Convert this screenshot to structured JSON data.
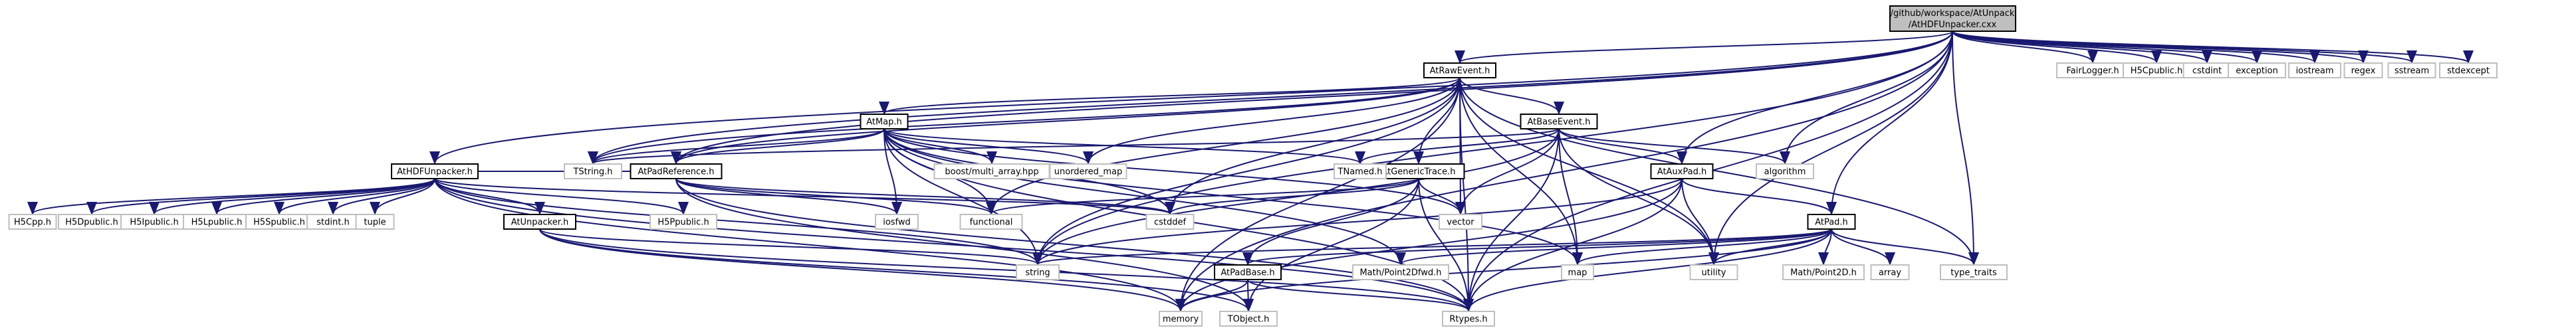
{
  "diagram": {
    "root_lines": [
      "/github/workspace/AtUnpack",
      "/AtHDFUnpacker.cxx"
    ],
    "nodes": [
      {
        "id": "AtRawEvent",
        "label": "AtRawEvent.h",
        "internal": true
      },
      {
        "id": "AtHDFUnpacker",
        "label": "AtHDFUnpacker.h",
        "internal": true
      },
      {
        "id": "AtMap",
        "label": "AtMap.h",
        "internal": true
      },
      {
        "id": "AtBaseEvent",
        "label": "AtBaseEvent.h",
        "internal": true
      },
      {
        "id": "AtPadReference",
        "label": "AtPadReference.h",
        "internal": true
      },
      {
        "id": "AtGenericTrace",
        "label": "AtGenericTrace.h",
        "internal": true
      },
      {
        "id": "AtAuxPad",
        "label": "AtAuxPad.h",
        "internal": true
      },
      {
        "id": "AtPad",
        "label": "AtPad.h",
        "internal": true
      },
      {
        "id": "AtUnpacker",
        "label": "AtUnpacker.h",
        "internal": true
      },
      {
        "id": "AtPadBase",
        "label": "AtPadBase.h",
        "internal": true
      },
      {
        "id": "FairLogger",
        "label": "FairLogger.h"
      },
      {
        "id": "H5Cpublic",
        "label": "H5Cpublic.h"
      },
      {
        "id": "cstdint",
        "label": "cstdint"
      },
      {
        "id": "exception",
        "label": "exception"
      },
      {
        "id": "iostream",
        "label": "iostream"
      },
      {
        "id": "regex",
        "label": "regex"
      },
      {
        "id": "sstream",
        "label": "sstream"
      },
      {
        "id": "stdexcept",
        "label": "stdexcept"
      },
      {
        "id": "TString",
        "label": "TString.h"
      },
      {
        "id": "boost",
        "label": "boost/multi_array.hpp"
      },
      {
        "id": "unordered_map",
        "label": "unordered_map"
      },
      {
        "id": "TNamed",
        "label": "TNamed.h"
      },
      {
        "id": "algorithm",
        "label": "algorithm"
      },
      {
        "id": "iosfwd",
        "label": "iosfwd"
      },
      {
        "id": "functional",
        "label": "functional"
      },
      {
        "id": "cstddef",
        "label": "cstddef"
      },
      {
        "id": "vector",
        "label": "vector"
      },
      {
        "id": "H5Cpp",
        "label": "H5Cpp.h"
      },
      {
        "id": "H5Dpublic",
        "label": "H5Dpublic.h"
      },
      {
        "id": "H5Ipublic",
        "label": "H5Ipublic.h"
      },
      {
        "id": "H5Lpublic",
        "label": "H5Lpublic.h"
      },
      {
        "id": "H5Spublic",
        "label": "H5Spublic.h"
      },
      {
        "id": "stdint",
        "label": "stdint.h"
      },
      {
        "id": "tuple",
        "label": "tuple"
      },
      {
        "id": "H5Ppublic",
        "label": "H5Ppublic.h"
      },
      {
        "id": "string",
        "label": "string"
      },
      {
        "id": "MathPoint2Dfwd",
        "label": "Math/Point2Dfwd.h"
      },
      {
        "id": "map",
        "label": "map"
      },
      {
        "id": "utility",
        "label": "utility"
      },
      {
        "id": "MathPoint2D",
        "label": "Math/Point2D.h"
      },
      {
        "id": "array",
        "label": "array"
      },
      {
        "id": "type_traits",
        "label": "type_traits"
      },
      {
        "id": "memory",
        "label": "memory"
      },
      {
        "id": "TObject",
        "label": "TObject.h"
      },
      {
        "id": "Rtypes",
        "label": "Rtypes.h"
      }
    ],
    "edges": [
      [
        "root",
        "AtRawEvent"
      ],
      [
        "root",
        "AtHDFUnpacker"
      ],
      [
        "root",
        "FairLogger"
      ],
      [
        "root",
        "H5Cpublic"
      ],
      [
        "root",
        "cstdint"
      ],
      [
        "root",
        "exception"
      ],
      [
        "root",
        "iostream"
      ],
      [
        "root",
        "regex"
      ],
      [
        "root",
        "sstream"
      ],
      [
        "root",
        "stdexcept"
      ],
      [
        "root",
        "AtAuxPad"
      ],
      [
        "root",
        "AtPad"
      ],
      [
        "root",
        "algorithm"
      ],
      [
        "root",
        "type_traits"
      ],
      [
        "root",
        "utility"
      ],
      [
        "root",
        "Rtypes"
      ],
      [
        "root",
        "memory"
      ],
      [
        "root",
        "AtPadReference"
      ],
      [
        "root",
        "TString"
      ],
      [
        "root",
        "string"
      ],
      [
        "AtRawEvent",
        "AtMap"
      ],
      [
        "AtRawEvent",
        "AtBaseEvent"
      ],
      [
        "AtRawEvent",
        "AtGenericTrace"
      ],
      [
        "AtRawEvent",
        "AtPadReference"
      ],
      [
        "AtRawEvent",
        "unordered_map"
      ],
      [
        "AtRawEvent",
        "TString"
      ],
      [
        "AtRawEvent",
        "functional"
      ],
      [
        "AtRawEvent",
        "cstddef"
      ],
      [
        "AtRawEvent",
        "vector"
      ],
      [
        "AtRawEvent",
        "map"
      ],
      [
        "AtRawEvent",
        "memory"
      ],
      [
        "AtRawEvent",
        "string"
      ],
      [
        "AtRawEvent",
        "utility"
      ],
      [
        "AtRawEvent",
        "Rtypes"
      ],
      [
        "AtRawEvent",
        "type_traits"
      ],
      [
        "AtMap",
        "boost"
      ],
      [
        "AtMap",
        "unordered_map"
      ],
      [
        "AtMap",
        "TNamed"
      ],
      [
        "AtMap",
        "TString"
      ],
      [
        "AtMap",
        "AtPadReference"
      ],
      [
        "AtMap",
        "iosfwd"
      ],
      [
        "AtMap",
        "functional"
      ],
      [
        "AtMap",
        "cstddef"
      ],
      [
        "AtMap",
        "string"
      ],
      [
        "AtMap",
        "map"
      ],
      [
        "AtMap",
        "vector"
      ],
      [
        "AtMap",
        "MathPoint2Dfwd"
      ],
      [
        "AtMap",
        "Rtypes"
      ],
      [
        "AtBaseEvent",
        "TNamed"
      ],
      [
        "AtBaseEvent",
        "algorithm"
      ],
      [
        "AtBaseEvent",
        "AtAuxPad"
      ],
      [
        "AtBaseEvent",
        "TString"
      ],
      [
        "AtBaseEvent",
        "vector"
      ],
      [
        "AtBaseEvent",
        "map"
      ],
      [
        "AtBaseEvent",
        "Rtypes"
      ],
      [
        "AtBaseEvent",
        "string"
      ],
      [
        "AtBaseEvent",
        "utility"
      ],
      [
        "AtGenericTrace",
        "functional"
      ],
      [
        "AtGenericTrace",
        "cstddef"
      ],
      [
        "AtGenericTrace",
        "vector"
      ],
      [
        "AtGenericTrace",
        "AtPadBase"
      ],
      [
        "AtGenericTrace",
        "TObject"
      ],
      [
        "AtGenericTrace",
        "Rtypes"
      ],
      [
        "AtAuxPad",
        "AtPad"
      ],
      [
        "AtAuxPad",
        "string"
      ],
      [
        "AtAuxPad",
        "utility"
      ],
      [
        "AtAuxPad",
        "Rtypes"
      ],
      [
        "AtAuxPad",
        "memory"
      ],
      [
        "AtPad",
        "AtPadBase"
      ],
      [
        "AtPad",
        "MathPoint2D"
      ],
      [
        "AtPad",
        "array"
      ],
      [
        "AtPad",
        "type_traits"
      ],
      [
        "AtPad",
        "map"
      ],
      [
        "AtPad",
        "memory"
      ],
      [
        "AtPad",
        "string"
      ],
      [
        "AtPad",
        "utility"
      ],
      [
        "AtPad",
        "Rtypes"
      ],
      [
        "AtPad",
        "MathPoint2Dfwd"
      ],
      [
        "AtPadReference",
        "iosfwd"
      ],
      [
        "AtPadReference",
        "functional"
      ],
      [
        "AtPadReference",
        "cstddef"
      ],
      [
        "AtPadReference",
        "Rtypes"
      ],
      [
        "AtPadReference",
        "TObject"
      ],
      [
        "AtPadBase",
        "memory"
      ],
      [
        "AtPadBase",
        "TObject"
      ],
      [
        "AtPadBase",
        "Rtypes"
      ],
      [
        "AtHDFUnpacker",
        "H5Cpp"
      ],
      [
        "AtHDFUnpacker",
        "H5Dpublic"
      ],
      [
        "AtHDFUnpacker",
        "H5Ipublic"
      ],
      [
        "AtHDFUnpacker",
        "H5Lpublic"
      ],
      [
        "AtHDFUnpacker",
        "H5Spublic"
      ],
      [
        "AtHDFUnpacker",
        "stdint"
      ],
      [
        "AtHDFUnpacker",
        "tuple"
      ],
      [
        "AtHDFUnpacker",
        "AtUnpacker"
      ],
      [
        "AtHDFUnpacker",
        "H5Ppublic"
      ],
      [
        "AtHDFUnpacker",
        "string"
      ],
      [
        "AtHDFUnpacker",
        "cstddef"
      ],
      [
        "AtHDFUnpacker",
        "AtPadReference"
      ],
      [
        "AtHDFUnpacker",
        "Rtypes"
      ],
      [
        "AtHDFUnpacker",
        "memory"
      ],
      [
        "AtHDFUnpacker",
        "TString"
      ],
      [
        "AtUnpacker",
        "string"
      ],
      [
        "AtUnpacker",
        "memory"
      ],
      [
        "AtUnpacker",
        "Rtypes"
      ],
      [
        "AtUnpacker",
        "TObject"
      ]
    ]
  }
}
